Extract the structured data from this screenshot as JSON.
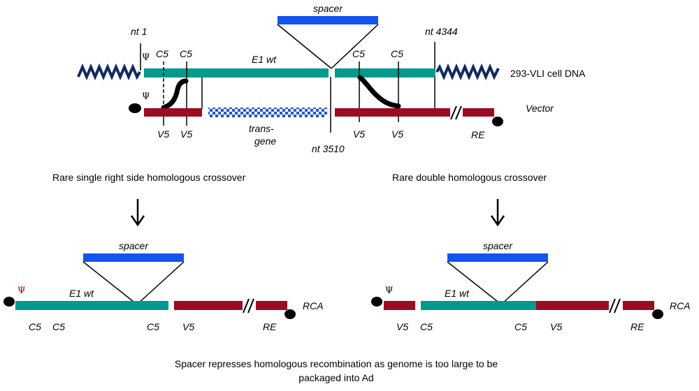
{
  "colors": {
    "e1_teal": "#009a8e",
    "vector_red": "#9b0c22",
    "spacer_blue": "#1155ee",
    "chromosome_navy": "#0f2a60",
    "transgene_blue": "#2255dd",
    "psi_red": "#8b0000"
  },
  "top": {
    "spacer": "spacer",
    "nt1": "nt 1",
    "nt4344": "nt 4344",
    "nt3510": "nt 3510",
    "psi": "Ψ",
    "c5_a": "C5",
    "c5_b": "C5",
    "c5_c": "C5",
    "c5_d": "C5",
    "e1wt": "E1 wt",
    "cell_dna": "293-VLI cell DNA",
    "vector": "Vector",
    "v5_a": "V5",
    "v5_b": "V5",
    "v5_c": "V5",
    "v5_d": "V5",
    "transgene_1": "trans-",
    "transgene_2": "gene",
    "re": "RE"
  },
  "left_panel": {
    "title": "Rare single right side homologous crossover",
    "spacer": "spacer",
    "psi": "Ψ",
    "e1wt": "E1 wt",
    "rca": "RCA",
    "c5_a": "C5",
    "c5_b": "C5",
    "c5_c": "C5",
    "v5": "V5",
    "re": "RE"
  },
  "right_panel": {
    "title": "Rare double homologous crossover",
    "spacer": "spacer",
    "psi": "Ψ",
    "e1wt": "E1 wt",
    "rca": "RCA",
    "v5_a": "V5",
    "c5_a": "C5",
    "c5_b": "C5",
    "v5_b": "V5",
    "re": "RE"
  },
  "footer": {
    "line1": "Spacer represses homologous recombination as genome is too large to be",
    "line2": "packaged into Ad"
  }
}
